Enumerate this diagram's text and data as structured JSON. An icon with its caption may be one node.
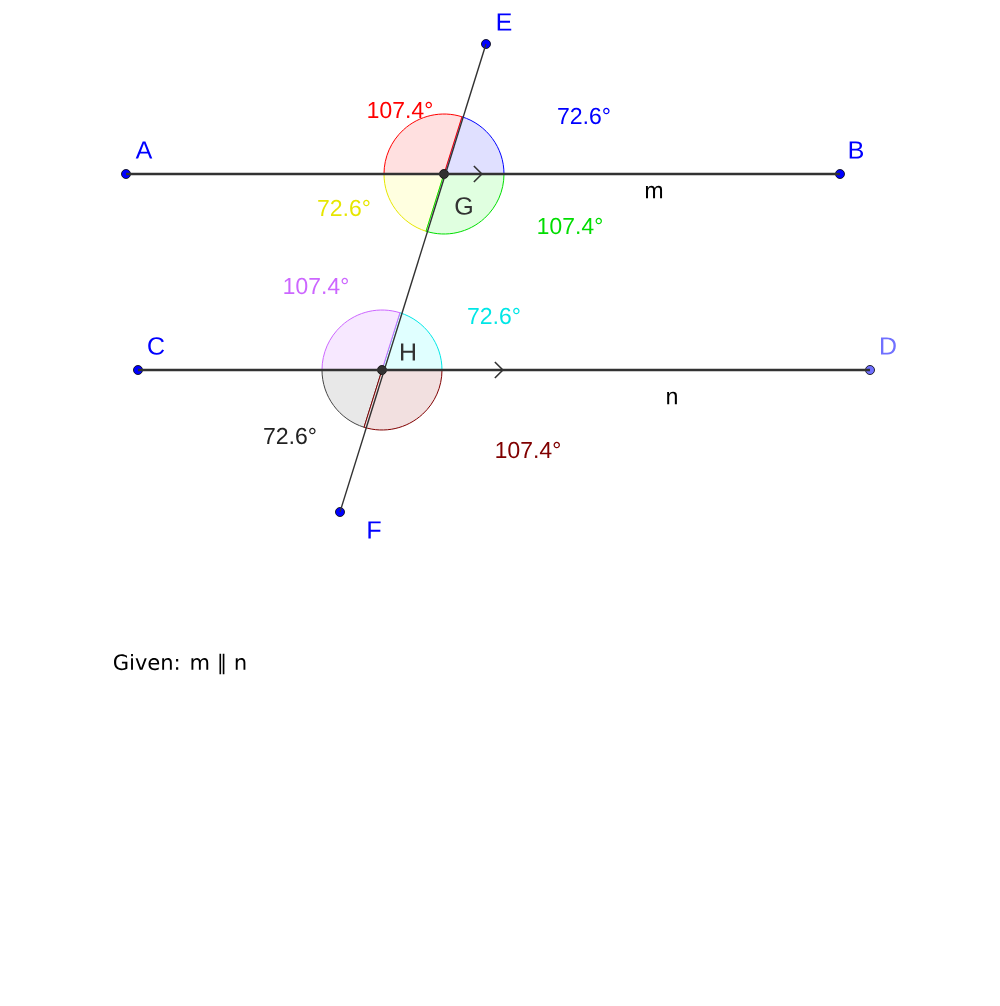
{
  "diagram": {
    "nodes": [
      {
        "text": [
          "A"
        ]
      },
      {
        "text": [
          "B"
        ]
      },
      {
        "text": [
          "C"
        ]
      },
      {
        "text": [
          "D"
        ]
      },
      {
        "text": [
          "E"
        ]
      },
      {
        "text": [
          "F"
        ]
      },
      {
        "text": [
          "G"
        ]
      },
      {
        "text": [
          "H"
        ]
      }
    ],
    "edges": [
      {
        "from": 0,
        "to": 1,
        "arrow": "to"
      },
      {
        "from": 2,
        "to": 3,
        "arrow": "to"
      },
      {
        "from": 4,
        "to": 5,
        "arrow": "none"
      }
    ],
    "labels": [
      "107.4°",
      "72.6°",
      "72.6°",
      "107.4°",
      "m",
      "107.4°",
      "72.6°",
      "72.6°",
      "107.4°",
      "n",
      "Given: m ∥ n"
    ]
  }
}
